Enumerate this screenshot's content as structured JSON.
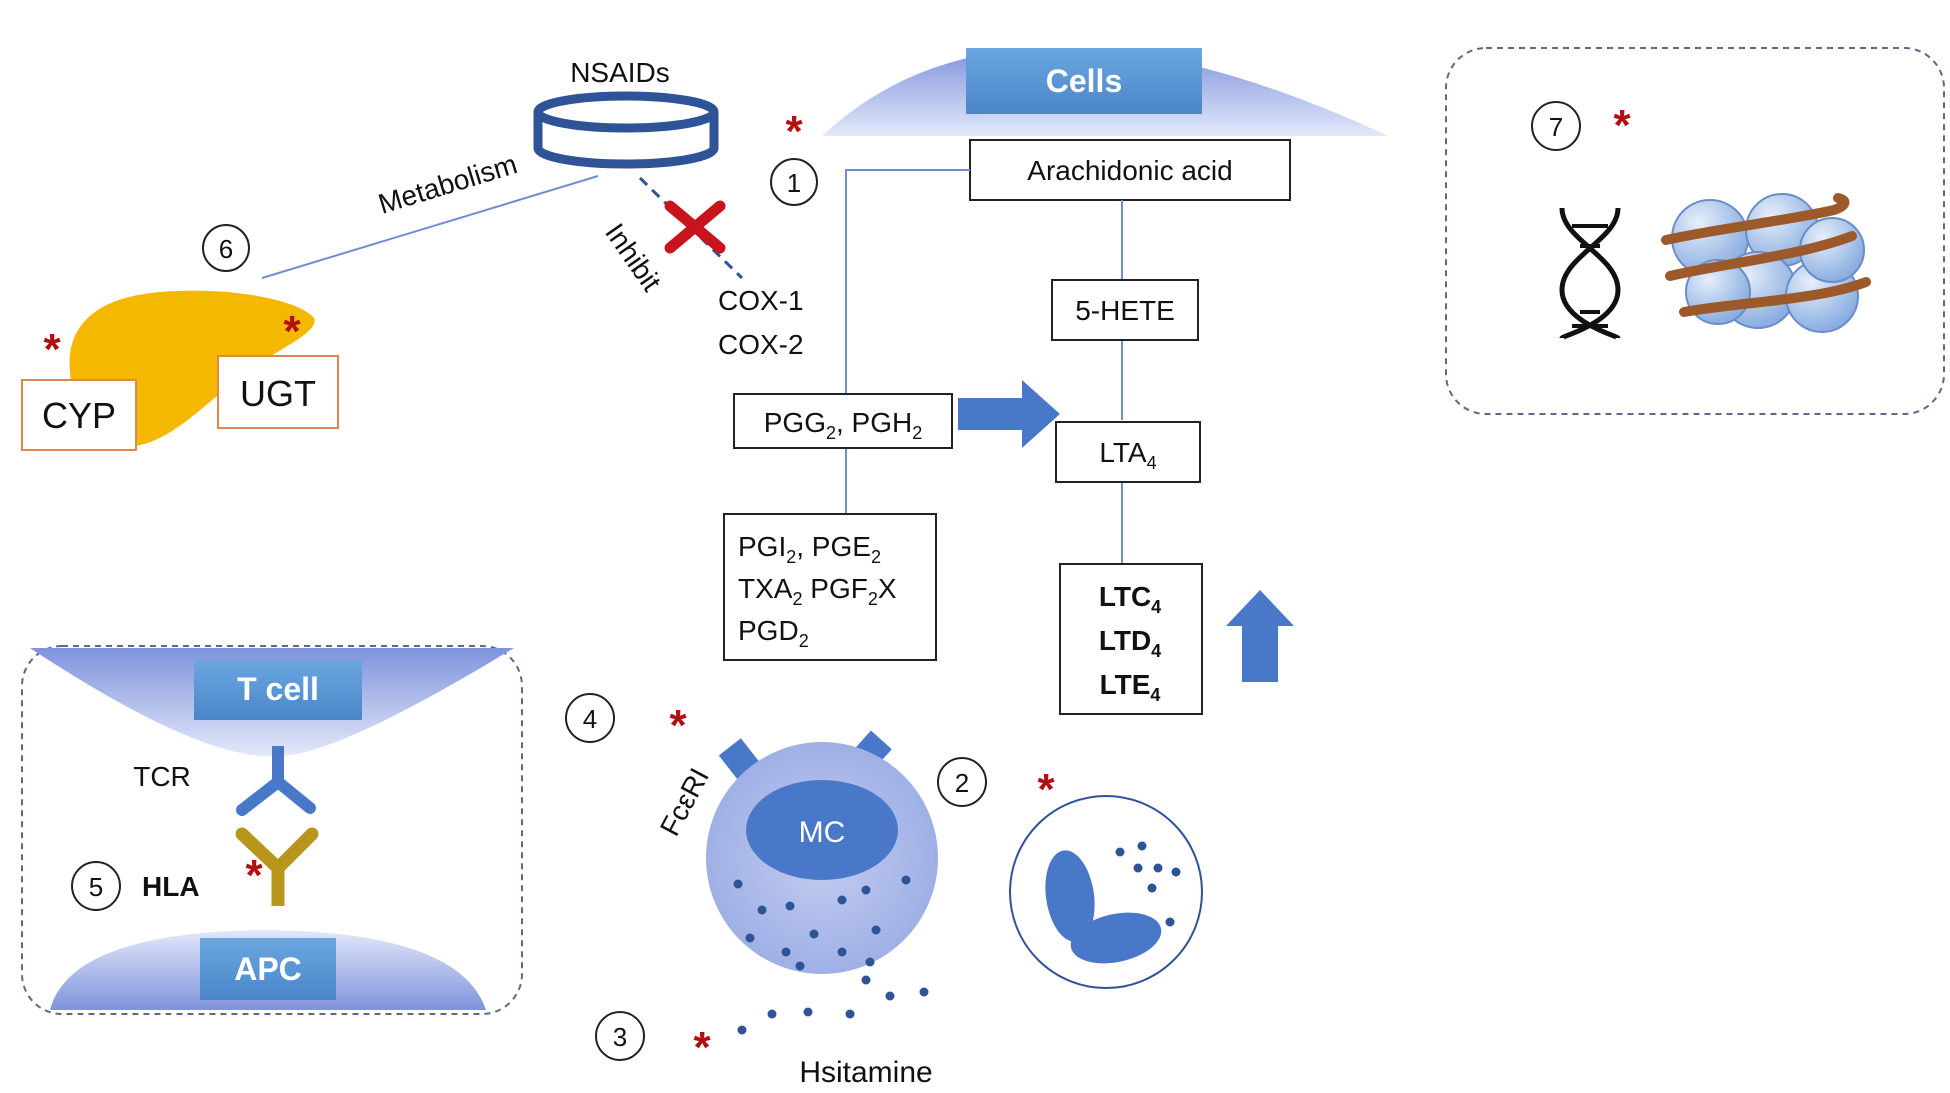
{
  "colors": {
    "blue_fill": "#4a78c8",
    "blue_box": "#5b9bd5",
    "cell_grad": "#a9b6e8",
    "liver": "#f5b800",
    "orange_border": "#e0884a",
    "red": "#b01010",
    "hla": "#b8961c",
    "dna_ribbon": "#9c5a2a"
  },
  "labels": {
    "nsaids": "NSAIDs",
    "cells": "Cells",
    "arachidonic_acid": "Arachidonic acid",
    "metabolism": "Metabolism",
    "inhibit": "Inhibit",
    "cox1": "COX-1",
    "cox2": "COX-2",
    "hete": "5-HETE",
    "cyp": "CYP",
    "ugt": "UGT",
    "pgg_pgh": {
      "a": "PGG",
      "a_sub": "2",
      "b": ", PGH",
      "b_sub": "2"
    },
    "lta4": {
      "a": "LTA",
      "a_sub": "4"
    },
    "prostanoids": {
      "line1": {
        "a": "PGI",
        "a_sub": "2",
        "b": ", PGE",
        "b_sub": "2"
      },
      "line2": {
        "a": "TXA",
        "a_sub": "2",
        "b": " PGF",
        "b_sub": "2",
        "c": "X"
      },
      "line3": {
        "a": "PGD",
        "a_sub": "2"
      }
    },
    "leukotrienes": {
      "ltc": {
        "a": "LTC",
        "a_sub": "4"
      },
      "ltd": {
        "a": "LTD",
        "a_sub": "4"
      },
      "lte": {
        "a": "LTE",
        "a_sub": "4"
      }
    },
    "t_cell": "T cell",
    "apc": "APC",
    "tcr": "TCR",
    "hla": "HLA",
    "mc": "MC",
    "fceri": "FcεRI",
    "histamine": "Hsitamine",
    "asterisk": "*"
  },
  "markers": [
    "1",
    "2",
    "3",
    "4",
    "5",
    "6",
    "7"
  ]
}
